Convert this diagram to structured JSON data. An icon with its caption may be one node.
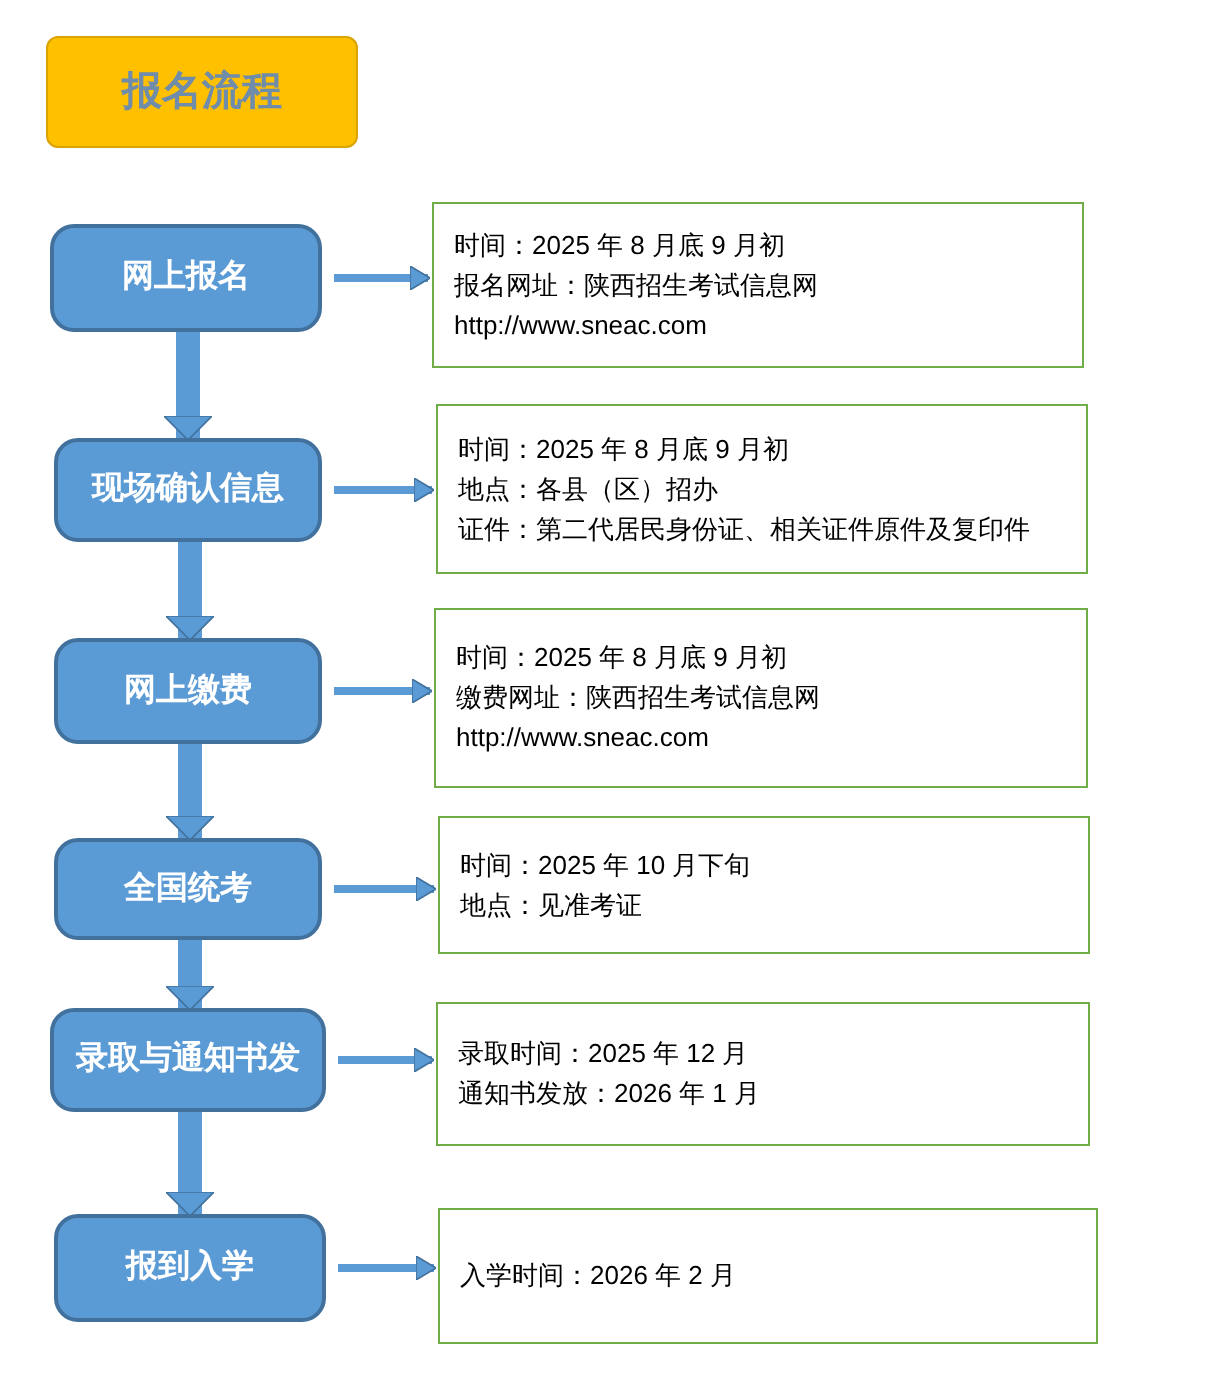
{
  "diagram": {
    "nodes": [
      {
        "text": [
          "报名流程"
        ]
      },
      {
        "text": [
          "网上报名"
        ]
      },
      {
        "text": [
          "时间：2025 年 8 月底 9 月初",
          "报名网址：陕西招生考试信息网",
          "http://www.sneac.com"
        ]
      },
      {
        "text": [
          "现场确认信息"
        ]
      },
      {
        "text": [
          "时间：2025 年 8 月底 9 月初",
          "地点：各县（区）招办",
          "证件：第二代居民身份证、相关证件原件及复印件"
        ]
      },
      {
        "text": [
          "网上缴费"
        ]
      },
      {
        "text": [
          "时间：2025 年 8 月底 9 月初",
          "缴费网址：陕西招生考试信息网",
          "http://www.sneac.com"
        ]
      },
      {
        "text": [
          "全国统考"
        ]
      },
      {
        "text": [
          "时间：2025 年 10 月下旬",
          "地点：见准考证"
        ]
      },
      {
        "text": [
          "录取与通知书发"
        ]
      },
      {
        "text": [
          "录取时间：2025 年 12 月",
          "通知书发放：2026 年 1 月"
        ]
      },
      {
        "text": [
          "报到入学"
        ]
      },
      {
        "text": [
          "入学时间：2026 年 2 月"
        ]
      }
    ],
    "edges": [
      {
        "from": 1,
        "to": 2,
        "arrow": "to"
      },
      {
        "from": 1,
        "to": 3,
        "arrow": "to",
        "style": "thick"
      },
      {
        "from": 3,
        "to": 4,
        "arrow": "to"
      },
      {
        "from": 3,
        "to": 5,
        "arrow": "to",
        "style": "thick"
      },
      {
        "from": 5,
        "to": 6,
        "arrow": "to"
      },
      {
        "from": 5,
        "to": 7,
        "arrow": "to",
        "style": "thick"
      },
      {
        "from": 7,
        "to": 8,
        "arrow": "to"
      },
      {
        "from": 7,
        "to": 9,
        "arrow": "to",
        "style": "thick"
      },
      {
        "from": 9,
        "to": 10,
        "arrow": "to"
      },
      {
        "from": 9,
        "to": 11,
        "arrow": "to",
        "style": "thick"
      },
      {
        "from": 11,
        "to": 12,
        "arrow": "to"
      }
    ]
  }
}
